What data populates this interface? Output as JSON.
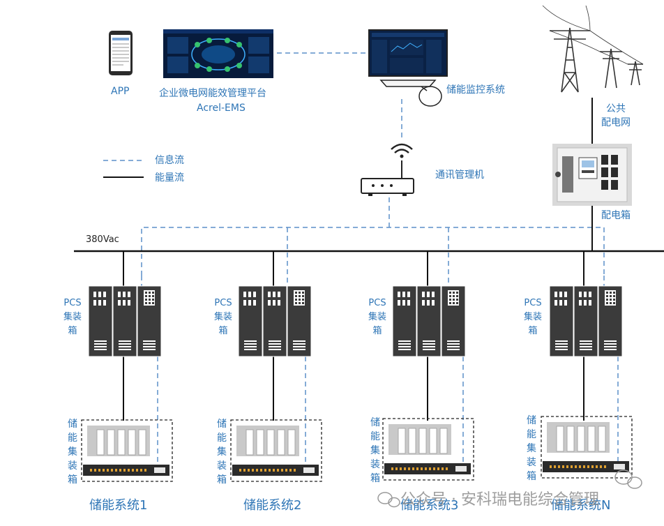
{
  "labels": {
    "app": "APP",
    "ems_line1": "企业微电网能效管理平台",
    "ems_line2": "Acrel-EMS",
    "monitor": "储能监控系统",
    "grid_line1": "公共",
    "grid_line2": "配电网",
    "comm": "通讯管理机",
    "dist_box": "配电箱",
    "bus": "380Vac"
  },
  "legend": {
    "info_flow": "信息流",
    "energy_flow": "能量流"
  },
  "pcs_label": "PCS集装箱",
  "storage_label": "储能集装箱",
  "systems": [
    {
      "name": "储能系统1"
    },
    {
      "name": "储能系统2"
    },
    {
      "name": "储能系统3"
    },
    {
      "name": "储能系统N"
    }
  ],
  "watermark": "公众号 · 安科瑞电能综合管理",
  "colors": {
    "label_blue": "#2e75b6",
    "info_line": "#5b8fc9",
    "energy_line": "#111111",
    "cabinet": "#3b3b3b"
  },
  "icons": [
    "phone-icon",
    "monitor-screen-icon",
    "router-icon",
    "pylon-icon",
    "distribution-box-icon",
    "wechat-icon"
  ]
}
